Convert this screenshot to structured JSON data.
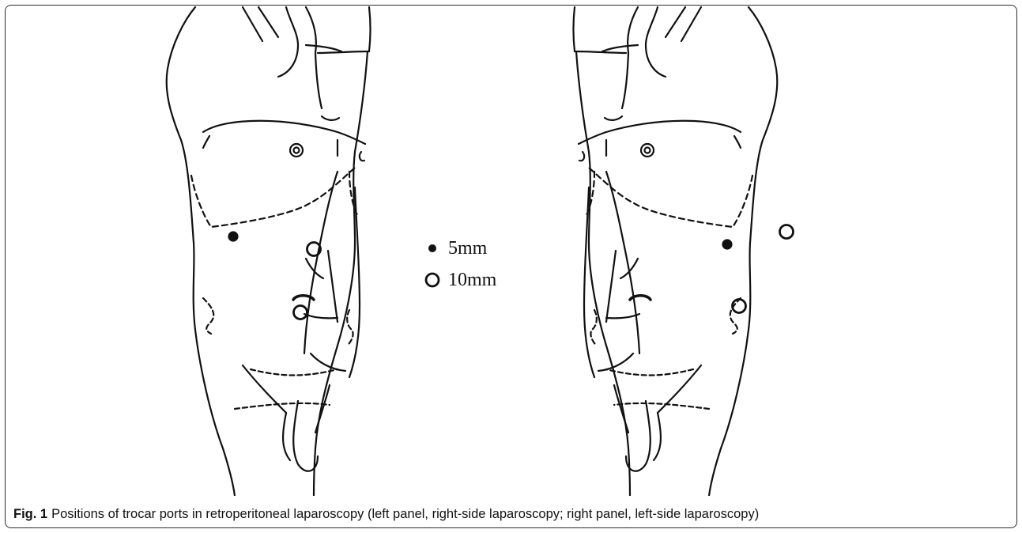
{
  "legend": {
    "items": [
      {
        "marker": "filled-dot",
        "label": "5mm"
      },
      {
        "marker": "open-circle",
        "label": "10mm"
      }
    ]
  },
  "caption": {
    "label": "Fig. 1",
    "text": "Positions of trocar ports in retroperitoneal laparoscopy (left panel, right-side laparoscopy; right panel, left-side laparoscopy)"
  }
}
